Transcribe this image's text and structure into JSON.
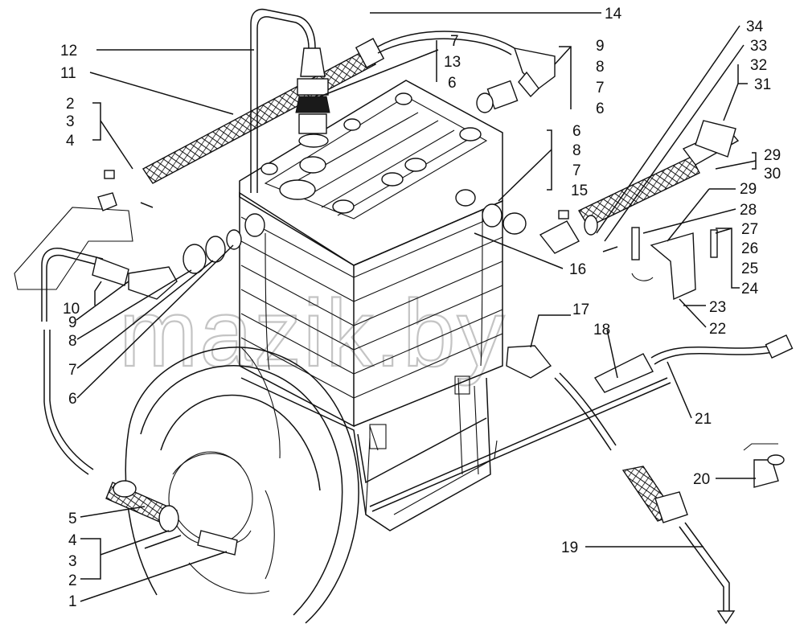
{
  "watermark": "mazik.by",
  "colors": {
    "ink": "#111111",
    "paper": "#ffffff",
    "watermark": "#c4c4c4"
  },
  "callouts": {
    "c14": "14",
    "c12": "12",
    "c11": "11",
    "c7a": "7",
    "c13": "13",
    "c6a": "6",
    "c9a": "9",
    "c8a": "8",
    "c7b": "7",
    "c6b": "6",
    "c34": "34",
    "c33": "33",
    "c32": "32",
    "c31": "31",
    "c2a": "2",
    "c3a": "3",
    "c4a": "4",
    "c6c": "6",
    "c8b": "8",
    "c7c": "7",
    "c15": "15",
    "c29a": "29",
    "c30": "30",
    "c29b": "29",
    "c28": "28",
    "c27": "27",
    "c26": "26",
    "c25": "25",
    "c24": "24",
    "c16": "16",
    "c23": "23",
    "c22": "22",
    "c10": "10",
    "c9b": "9",
    "c8c": "8",
    "c7d": "7",
    "c6d": "6",
    "c17": "17",
    "c18": "18",
    "c21": "21",
    "c20": "20",
    "c19": "19",
    "c5": "5",
    "c4b": "4",
    "c3b": "3",
    "c2b": "2",
    "c1": "1"
  }
}
